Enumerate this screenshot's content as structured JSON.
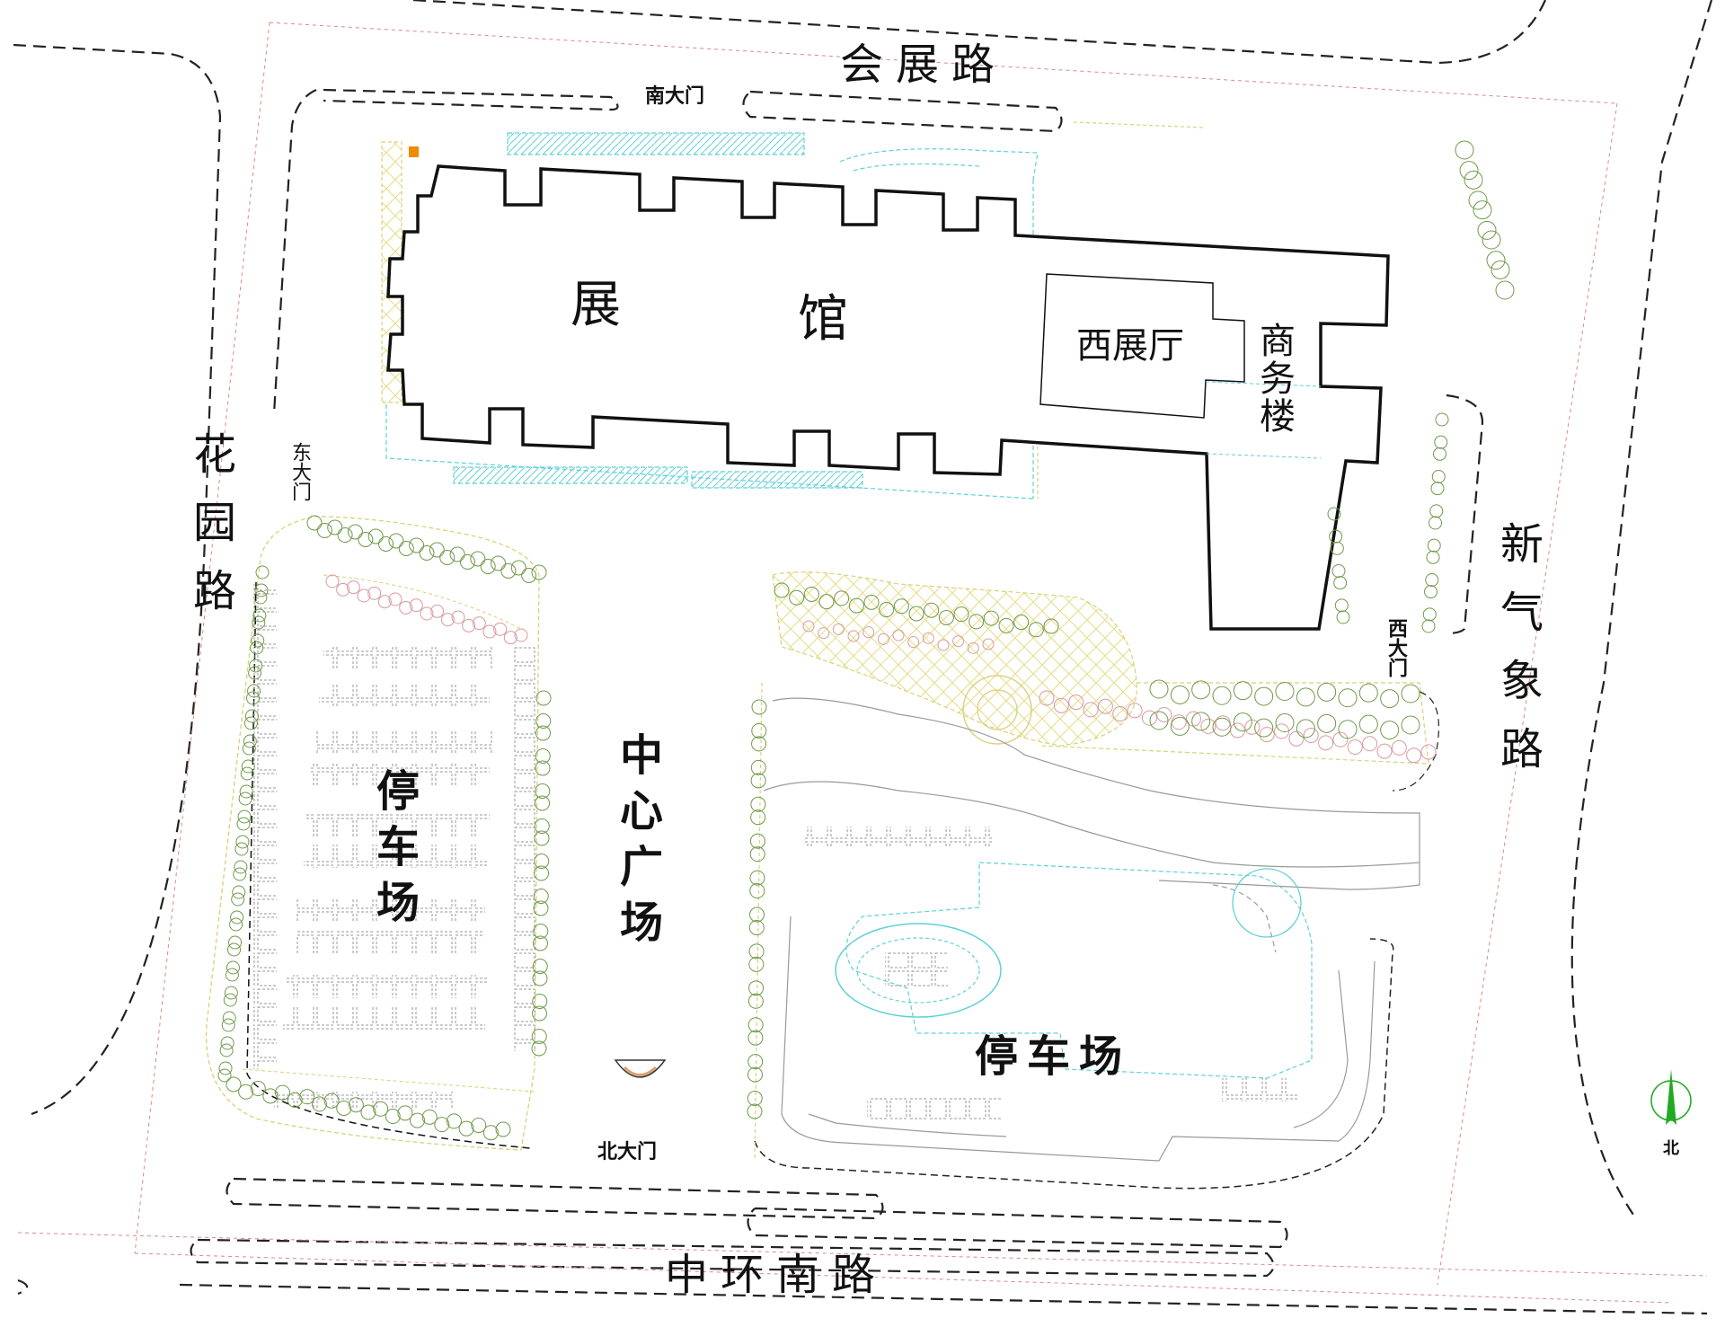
{
  "roads": {
    "top": "会展路",
    "bottom": "中环南路",
    "left": "花园路",
    "right": "新气象路"
  },
  "gates": {
    "south": "南大门",
    "east": "东大门",
    "west": "西大门",
    "north": "北大门"
  },
  "buildings": {
    "hall_left": "展",
    "hall_right": "馆",
    "west_hall": "西展厅",
    "business": "商务楼"
  },
  "areas": {
    "plaza": "中心广场",
    "parking_left": "停车场",
    "parking_right": "停车场"
  },
  "compass": {
    "label": "北",
    "color": "#22aa22"
  },
  "colors": {
    "outline": "#111111",
    "road_dash": "#222222",
    "property_line": "#d88a8a",
    "landscape_cyan": "#5fd0d8",
    "landscape_yellow": "#d8d27a",
    "tree_green": "#6f9a4a",
    "marker_orange": "#f08a00"
  }
}
